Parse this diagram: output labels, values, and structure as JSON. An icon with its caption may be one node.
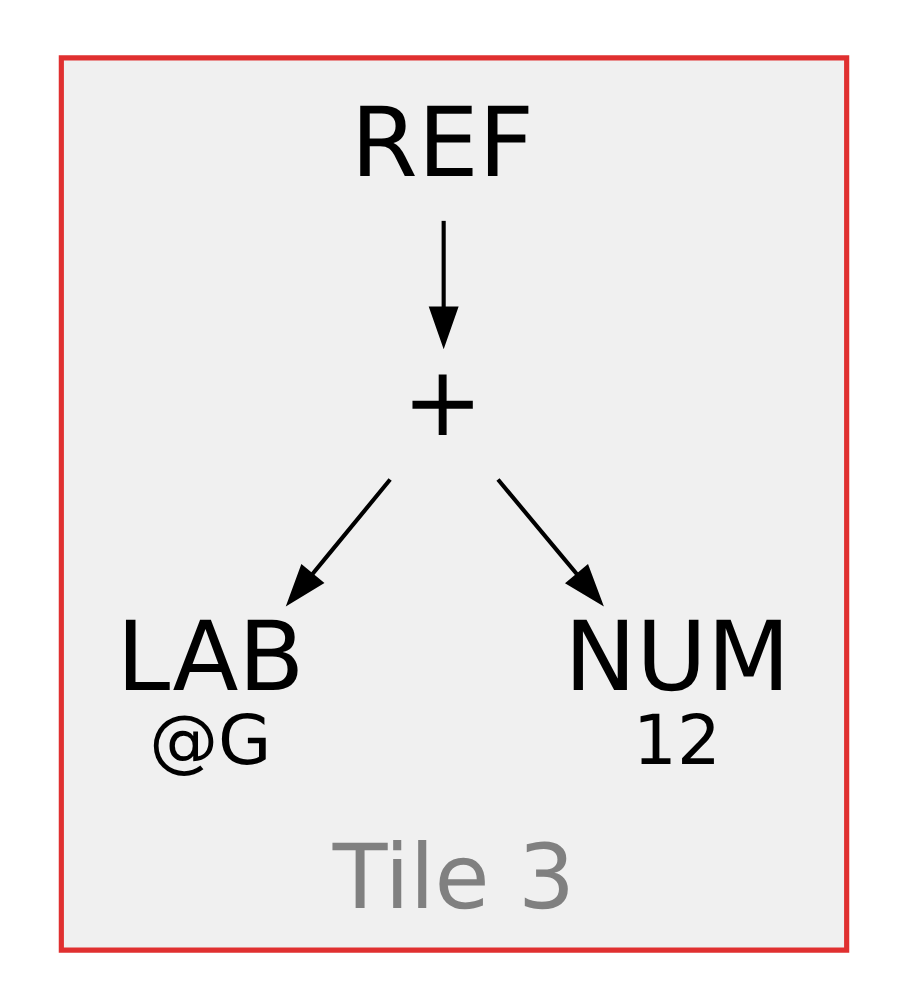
{
  "diagram": {
    "nodes": [
      {
        "text": [
          "Tile 3"
        ]
      },
      {
        "text": [
          "REF"
        ],
        "in": 0
      },
      {
        "text": [
          "+"
        ],
        "in": 0
      },
      {
        "text": [
          "LAB",
          "@G"
        ],
        "in": 0
      },
      {
        "text": [
          "NUM",
          "12"
        ],
        "in": 0
      }
    ],
    "edges": [
      {
        "from": 1,
        "to": 2,
        "arrow": "to"
      },
      {
        "from": 2,
        "to": 3,
        "arrow": "to"
      },
      {
        "from": 2,
        "to": 4,
        "arrow": "to"
      }
    ]
  }
}
